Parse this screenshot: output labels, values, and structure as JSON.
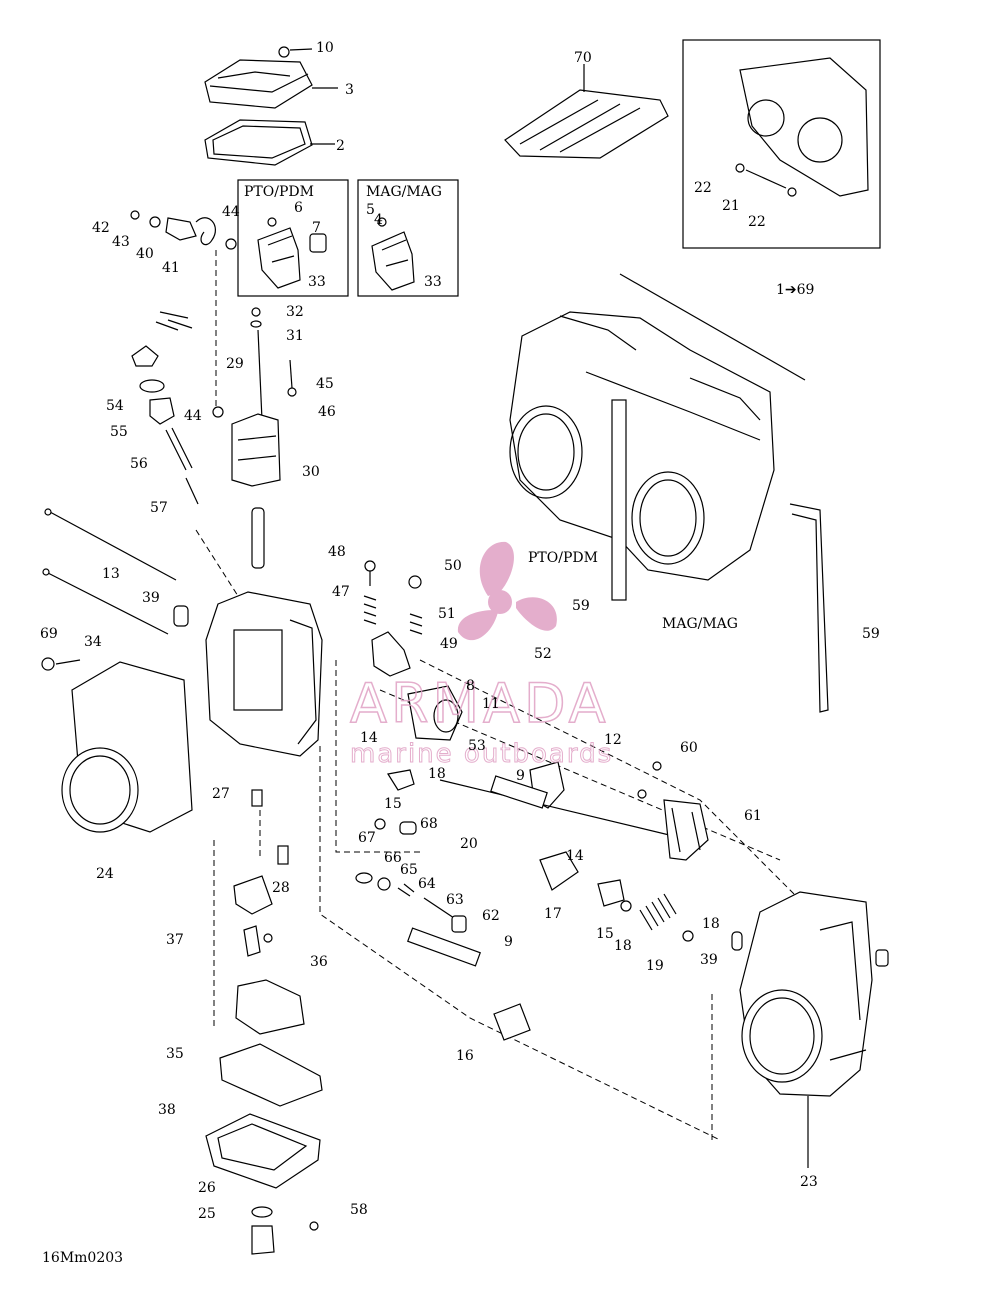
{
  "diagram": {
    "box_labels": {
      "pto": "PTO/PDM",
      "mag": "MAG/MAG"
    },
    "assembly_labels": {
      "pto": "PTO/PDM",
      "mag": "MAG/MAG",
      "range": "1➔69"
    },
    "footer_code": "16Mm0203",
    "part_labels": [
      "10",
      "3",
      "2",
      "6",
      "7",
      "33",
      "5",
      "4",
      "33",
      "42",
      "43",
      "40",
      "41",
      "44",
      "32",
      "31",
      "29",
      "45",
      "46",
      "54",
      "55",
      "56",
      "57",
      "44",
      "30",
      "70",
      "22",
      "21",
      "22",
      "13",
      "69",
      "34",
      "39",
      "24",
      "48",
      "47",
      "50",
      "51",
      "49",
      "52",
      "8",
      "11",
      "14",
      "18",
      "15",
      "53",
      "12",
      "9",
      "60",
      "61",
      "27",
      "67",
      "68",
      "20",
      "28",
      "66",
      "65",
      "64",
      "63",
      "62",
      "14",
      "17",
      "15",
      "18",
      "19",
      "18",
      "39",
      "37",
      "36",
      "9",
      "16",
      "35",
      "38",
      "26",
      "25",
      "58",
      "23",
      "59",
      "59"
    ]
  },
  "watermark": {
    "brand": "ARMADA",
    "tagline": "marine outboards",
    "color": "#e0a0c4"
  }
}
